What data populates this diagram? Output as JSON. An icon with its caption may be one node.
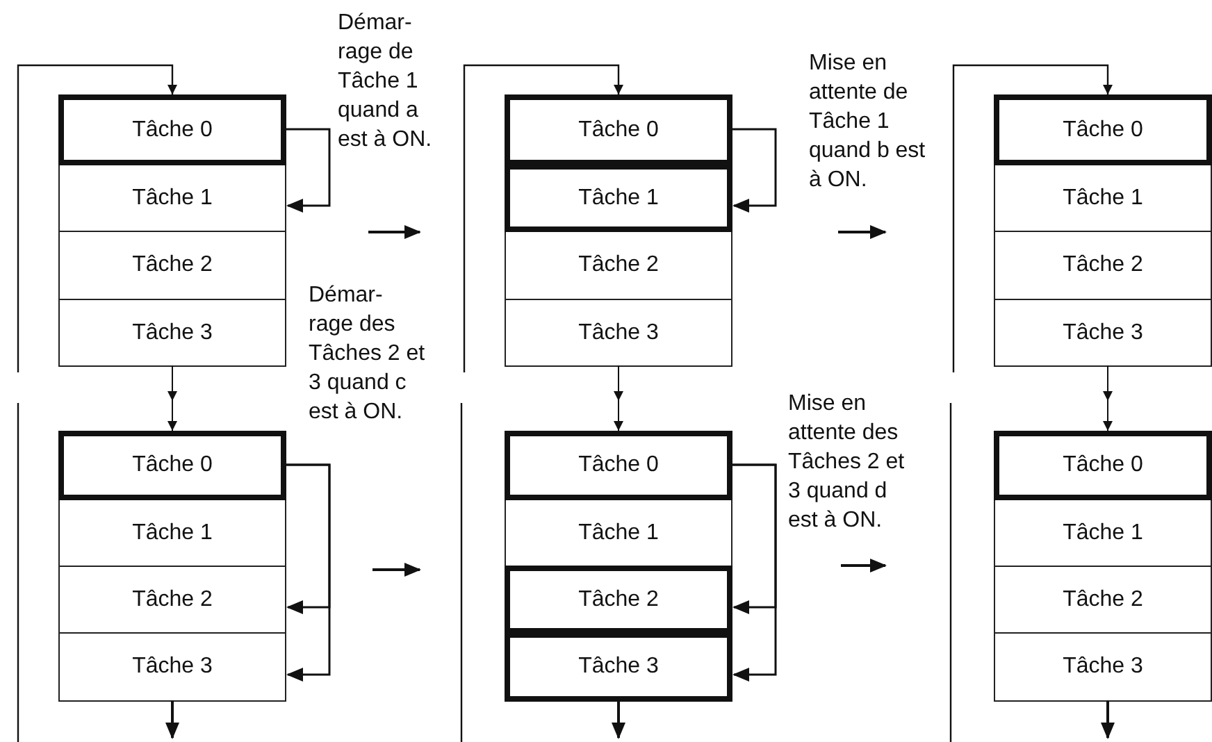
{
  "diagram": {
    "nodes": [
      {
        "text": [
          "Tâche 0"
        ]
      },
      {
        "text": [
          "Tâche 1"
        ]
      },
      {
        "text": [
          "Tâche 2"
        ]
      },
      {
        "text": [
          "Tâche 3"
        ]
      },
      {
        "text": [
          "Tâche 0"
        ]
      },
      {
        "text": [
          "Tâche 1"
        ]
      },
      {
        "text": [
          "Tâche 2"
        ]
      },
      {
        "text": [
          "Tâche 3"
        ]
      },
      {
        "text": [
          "Tâche 0"
        ]
      },
      {
        "text": [
          "Tâche 1"
        ]
      },
      {
        "text": [
          "Tâche 2"
        ]
      },
      {
        "text": [
          "Tâche 3"
        ]
      },
      {
        "text": [
          "Tâche 0"
        ]
      },
      {
        "text": [
          "Tâche 1"
        ]
      },
      {
        "text": [
          "Tâche 2"
        ]
      },
      {
        "text": [
          "Tâche 3"
        ]
      },
      {
        "text": [
          "Tâche 0"
        ]
      },
      {
        "text": [
          "Tâche 1"
        ]
      },
      {
        "text": [
          "Tâche 2"
        ]
      },
      {
        "text": [
          "Tâche 3"
        ]
      },
      {
        "text": [
          "Tâche 0"
        ]
      },
      {
        "text": [
          "Tâche 1"
        ]
      },
      {
        "text": [
          "Tâche 2"
        ]
      },
      {
        "text": [
          "Tâche 3"
        ]
      }
    ],
    "edges": [
      {
        "from": null,
        "to": 0,
        "arrow": "to"
      },
      {
        "from": 0,
        "to": 1,
        "arrow": "to"
      },
      {
        "from": null,
        "to": 4,
        "arrow": "to"
      },
      {
        "from": 4,
        "to": 5,
        "arrow": "to"
      },
      {
        "from": null,
        "to": 8,
        "arrow": "to"
      },
      {
        "from": 3,
        "to": 12,
        "arrow": "to"
      },
      {
        "from": 12,
        "to": 14,
        "arrow": "to"
      },
      {
        "from": 12,
        "to": 15,
        "arrow": "to"
      },
      {
        "from": 15,
        "to": null,
        "arrow": "to"
      },
      {
        "from": 7,
        "to": 16,
        "arrow": "to"
      },
      {
        "from": 16,
        "to": 18,
        "arrow": "to"
      },
      {
        "from": 16,
        "to": 19,
        "arrow": "to"
      },
      {
        "from": 19,
        "to": null,
        "arrow": "to"
      },
      {
        "from": 11,
        "to": 20,
        "arrow": "to"
      },
      {
        "from": 23,
        "to": null,
        "arrow": "to"
      }
    ],
    "labels": [
      "Démar- rage de Tâche 1 quand a est à ON.",
      "Démar- rage des Tâches 2 et 3 quand c est à ON.",
      "Mise en attente de Tâche 1 quand b est à ON.",
      "Mise en attente des Tâches 2 et 3 quand d est à ON."
    ]
  }
}
